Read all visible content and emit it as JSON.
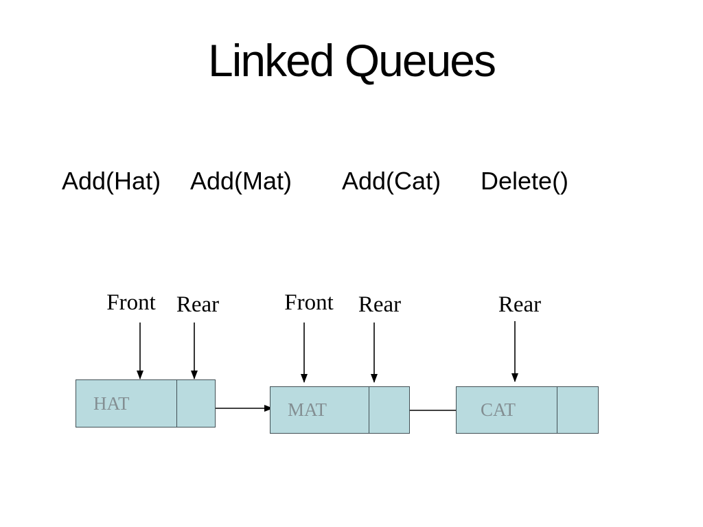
{
  "slide": {
    "title": "Linked Queues"
  },
  "operations": [
    "Add(Hat)",
    "Add(Mat)",
    "Add(Cat)",
    "Delete()"
  ],
  "pointer_labels": [
    "Front",
    "Rear",
    "Front",
    "Rear",
    "Rear"
  ],
  "nodes": [
    {
      "value": "HAT"
    },
    {
      "value": "MAT"
    },
    {
      "value": "CAT"
    }
  ],
  "colors": {
    "node-fill": "#b9dbdf",
    "node-border": "#414f54",
    "node-text": "#838e92",
    "arrow": "#000000",
    "text": "#000000",
    "background": "#ffffff"
  }
}
